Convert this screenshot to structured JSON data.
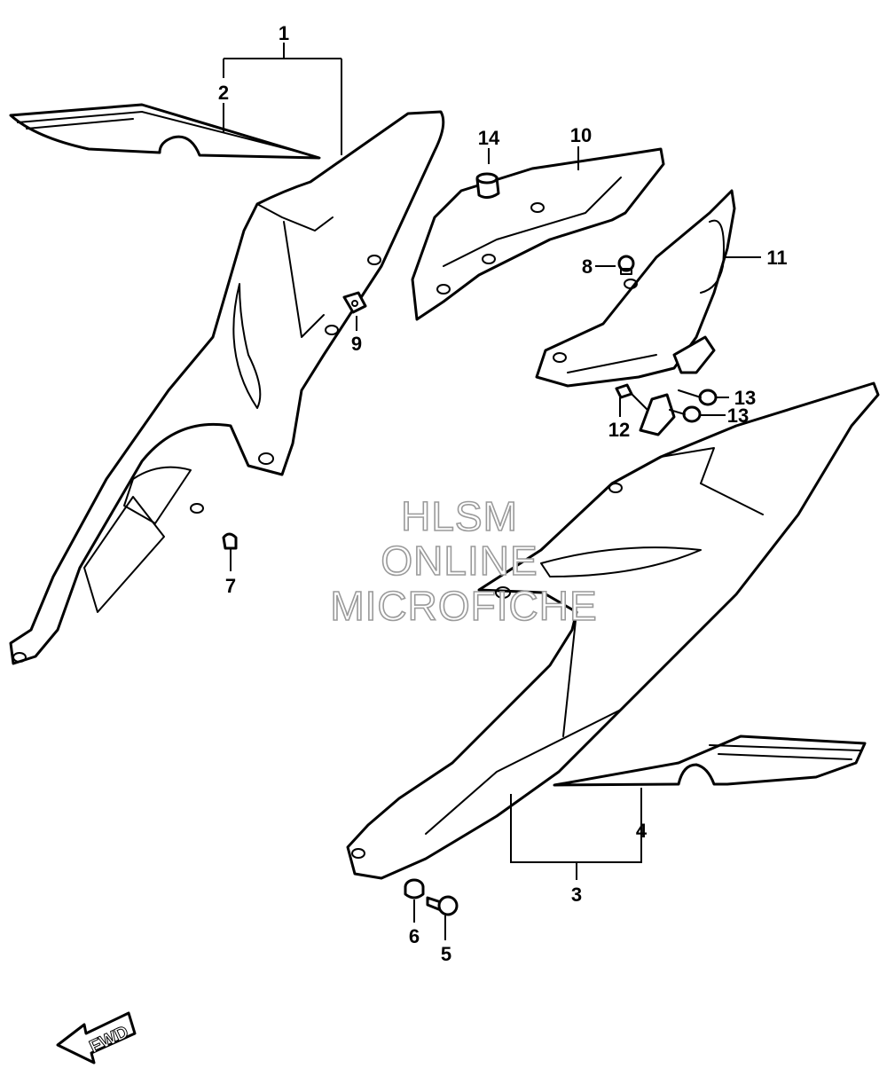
{
  "diagram": {
    "callouts": [
      "1",
      "2",
      "3",
      "4",
      "5",
      "6",
      "7",
      "8",
      "9",
      "10",
      "11",
      "12",
      "13",
      "13",
      "14"
    ],
    "watermark": [
      "HLSM",
      "ONLINE",
      "MICROFICHE"
    ],
    "direction_label": "FWD"
  }
}
